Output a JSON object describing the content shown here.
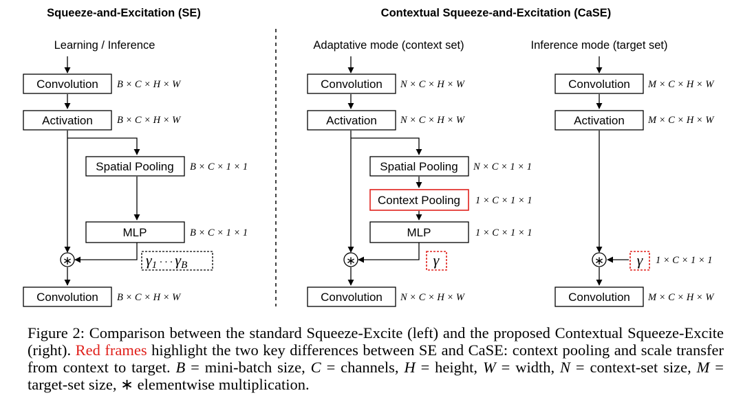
{
  "left_panel": {
    "title": "Squeeze-and-Excitation (SE)",
    "mode": "Learning / Inference",
    "blocks": {
      "conv_in": "Convolution",
      "activation": "Activation",
      "spatial_pooling": "Spatial Pooling",
      "mlp": "MLP",
      "conv_out": "Convolution"
    },
    "dims": {
      "conv_in": "B × C × H × W",
      "activation": "B × C × H × W",
      "spatial_pooling": "B × C × 1 × 1",
      "mlp": "B × C × 1 × 1",
      "conv_out": "B × C × H × W"
    },
    "gamma": {
      "first": "γ",
      "first_sub": "1",
      "dots": " · · · ",
      "last": "γ",
      "last_sub": "B"
    },
    "mult_symbol": "∗"
  },
  "right_panel": {
    "title": "Contextual Squeeze-and-Excitation (CaSE)",
    "adaptive": {
      "mode": "Adaptative mode (context set)",
      "blocks": {
        "conv_in": "Convolution",
        "activation": "Activation",
        "spatial_pooling": "Spatial Pooling",
        "context_pooling": "Context Pooling",
        "mlp": "MLP",
        "conv_out": "Convolution"
      },
      "dims": {
        "conv_in": "N × C × H × W",
        "activation": "N × C × H × W",
        "spatial_pooling": "N × C × 1 × 1",
        "context_pooling": "1 × C × 1 × 1",
        "mlp": "1 × C × 1 × 1",
        "conv_out": "N × C × H × W"
      },
      "gamma": "γ"
    },
    "inference": {
      "mode": "Inference mode (target set)",
      "blocks": {
        "conv_in": "Convolution",
        "activation": "Activation",
        "conv_out": "Convolution"
      },
      "dims": {
        "conv_in": "M × C × H × W",
        "activation": "M × C × H × W",
        "gamma": "1 × C × 1 × 1",
        "conv_out": "M × C × H × W"
      },
      "gamma": "γ"
    }
  },
  "caption": {
    "prefix": "Figure 2: Comparison between the standard Squeeze-Excite (left) and the proposed Contextual Squeeze-Excite (right). ",
    "highlight": "Red frames",
    "after_highlight": " highlight the two key differences between SE and CaSE: context pooling and scale transfer from context to target. ",
    "b_sym": "B",
    "b_def": " = mini-batch size, ",
    "c_sym": "C",
    "c_def": " = channels, ",
    "h_sym": "H",
    "h_def": " = height, ",
    "w_sym": "W",
    "w_def": " = width, ",
    "n_sym": "N",
    "n_def": " = context-set size, ",
    "m_sym": "M",
    "m_def": " = target-set size, ",
    "star_def": "∗ elementwise multiplication."
  },
  "colors": {
    "highlight": "#e0201b",
    "line": "#000000"
  }
}
